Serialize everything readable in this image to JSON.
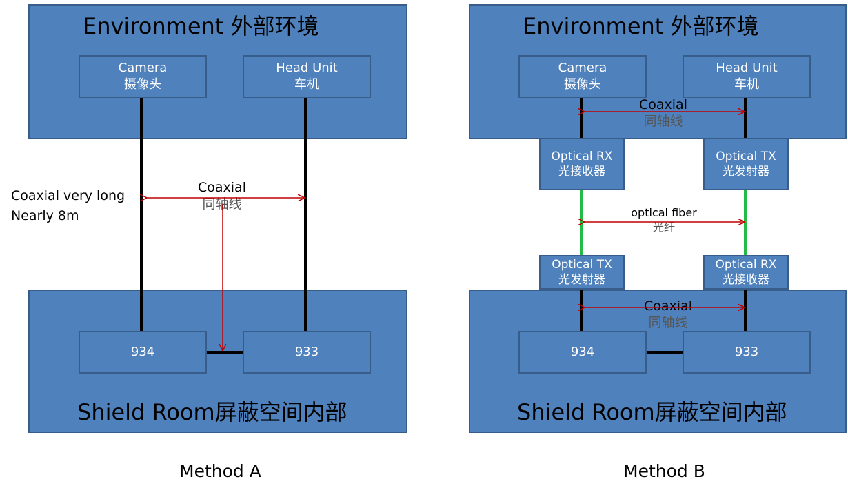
{
  "method_a": {
    "environment_title": "Environment 外部环境",
    "camera": {
      "line1": "Camera",
      "line2": "摄像头"
    },
    "head_unit": {
      "line1": "Head Unit",
      "line2": "车机"
    },
    "coaxial_en": "Coaxial",
    "coaxial_cn": "同轴线",
    "long_note_1": "Coaxial very long",
    "long_note_2": "Nearly 8m",
    "dev_934": "934",
    "dev_933": "933",
    "shield_title": "Shield Room屏蔽空间内部",
    "caption": "Method A"
  },
  "method_b": {
    "environment_title": "Environment 外部环境",
    "camera": {
      "line1": "Camera",
      "line2": "摄像头"
    },
    "head_unit": {
      "line1": "Head Unit",
      "line2": "车机"
    },
    "coaxial_top_en": "Coaxial",
    "coaxial_top_cn": "同轴线",
    "optical_rx_top": {
      "line1": "Optical RX",
      "line2": "光接收器"
    },
    "optical_tx_top": {
      "line1": "Optical TX",
      "line2": "光发射器"
    },
    "fiber_en": "optical fiber",
    "fiber_cn": "光纤",
    "optical_tx_bottom": {
      "line1": "Optical TX",
      "line2": "光发射器"
    },
    "optical_rx_bottom": {
      "line1": "Optical RX",
      "line2": "光接收器"
    },
    "coaxial_bottom_en": "Coaxial",
    "coaxial_bottom_cn": "同轴线",
    "dev_934": "934",
    "dev_933": "933",
    "shield_title": "Shield Room屏蔽空间内部",
    "caption": "Method B"
  },
  "colors": {
    "box_fill": "#4f81bd",
    "box_border": "#385d8a",
    "arrow": "#c00000",
    "fiber": "#22bb44",
    "cable": "#000000"
  }
}
